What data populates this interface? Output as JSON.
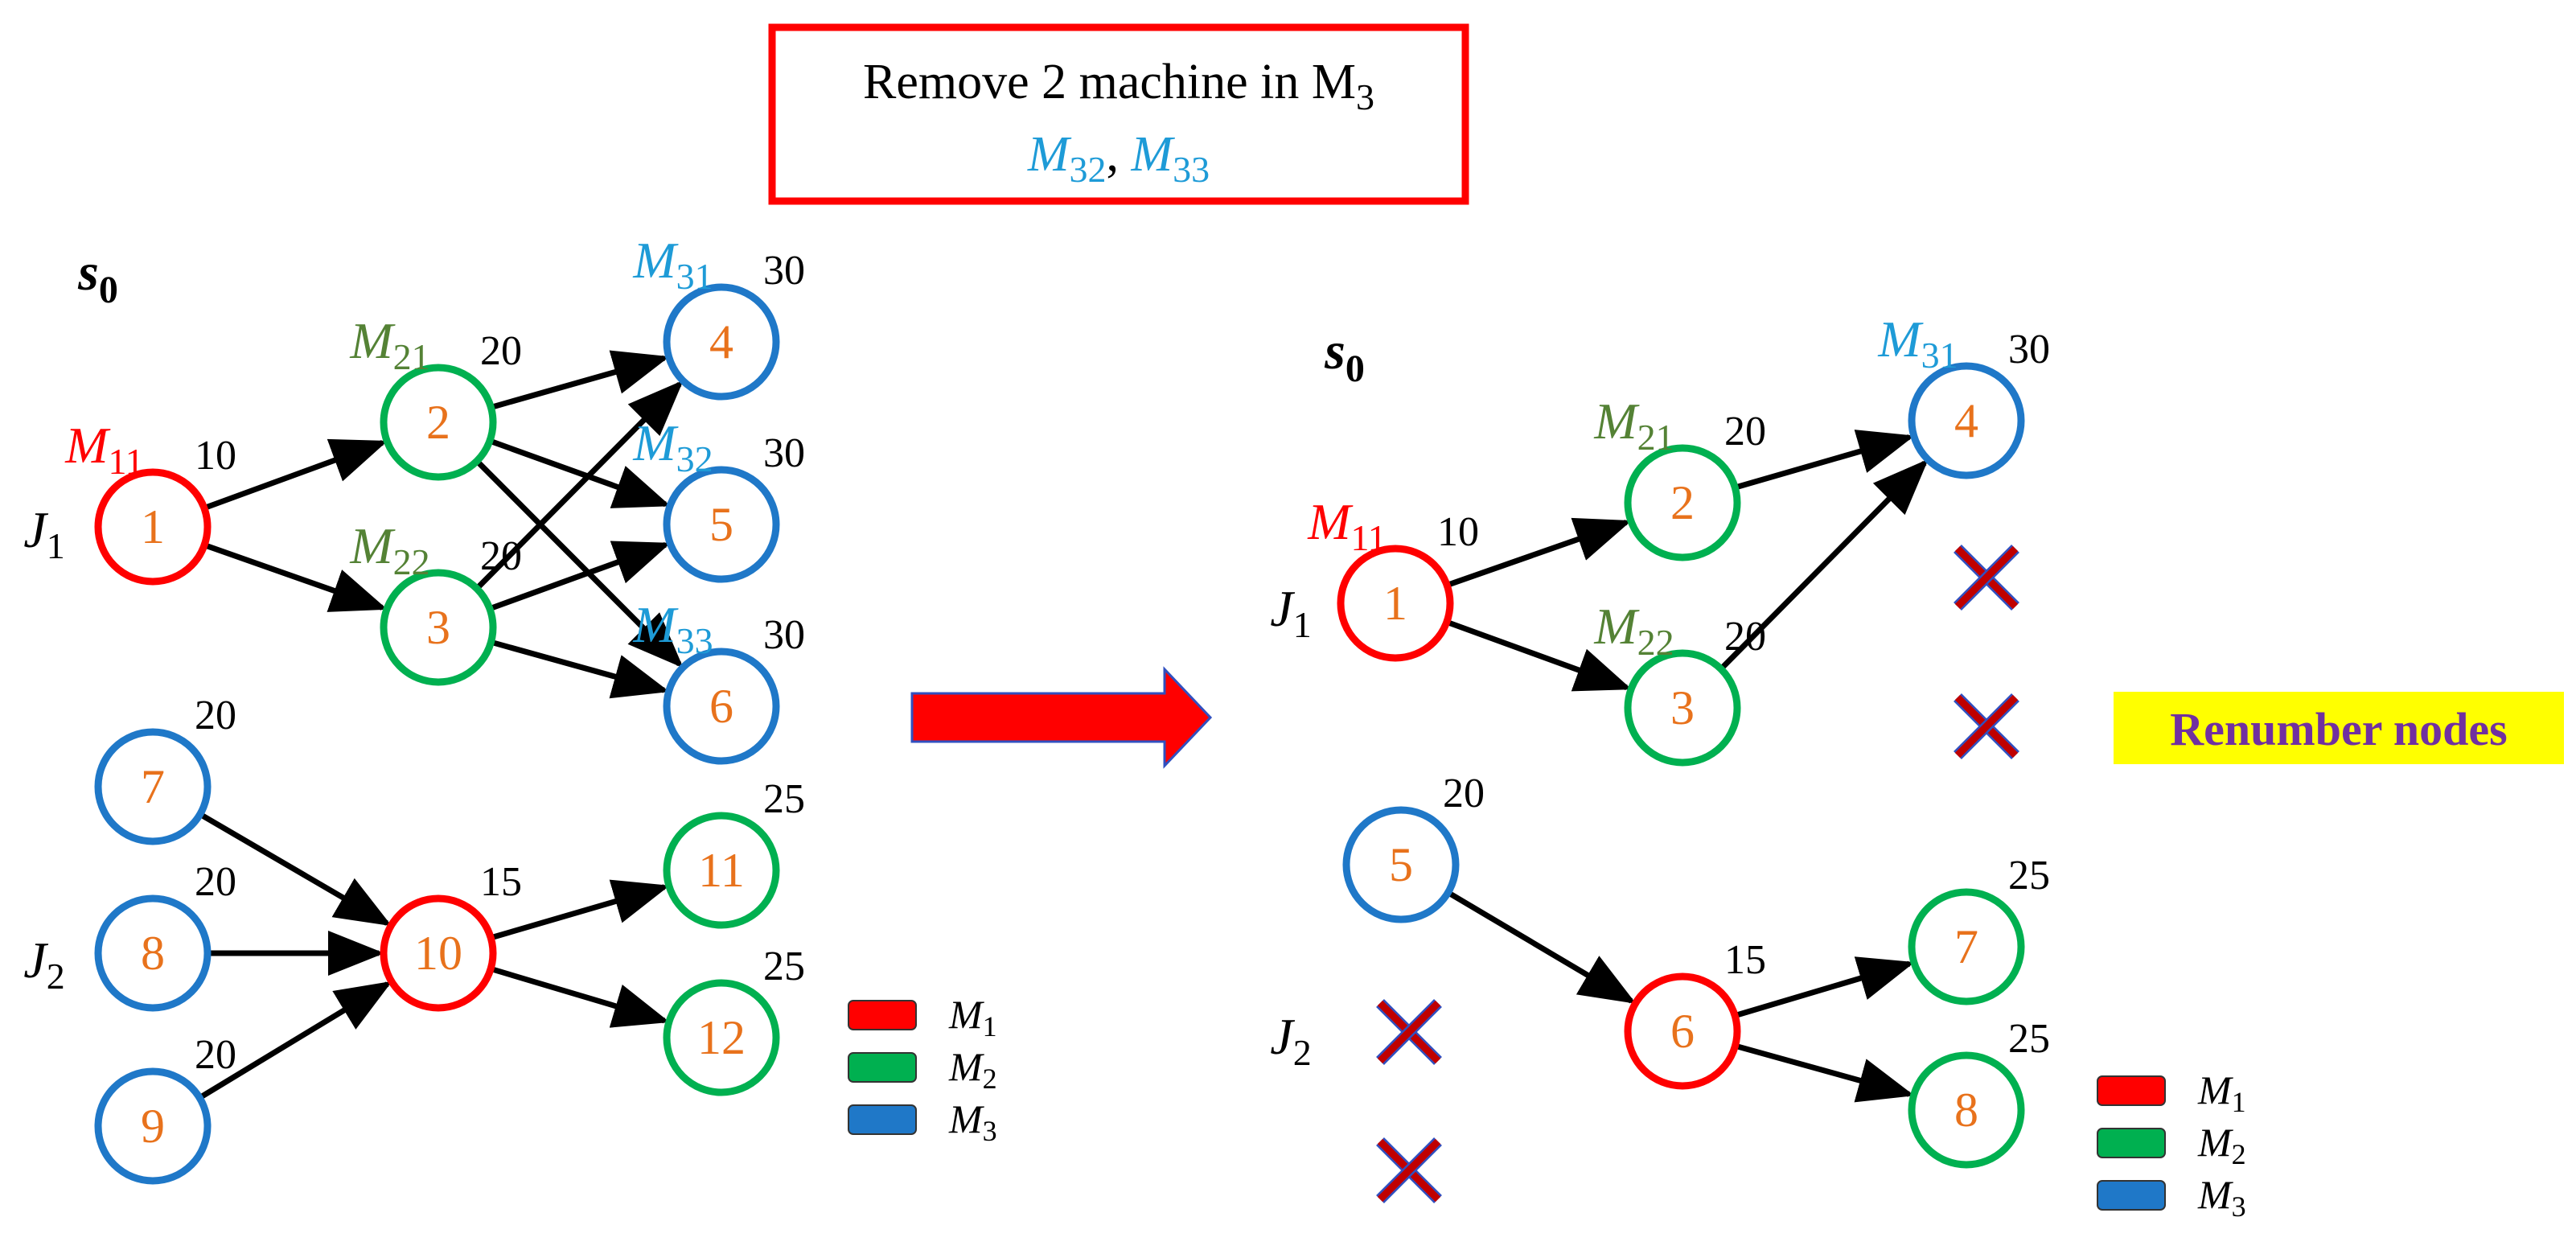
{
  "colors": {
    "M1": "#FF0000",
    "M2": "#00B050",
    "M3": "#1F78C8",
    "node_number": "#E8721C",
    "m1_label": "#FF0000",
    "m2_label": "#548235",
    "m3_label": "#1E9BD7",
    "cross_stroke": "#C00000",
    "cross_outline": "#3050C0",
    "highlight": "#FFFF00",
    "highlight_text": "#7030A0"
  },
  "title_box": {
    "line1": "Remove 2 machine in M",
    "line1_sub": "3",
    "line2_a": "M",
    "line2_a_sub": "32",
    "line2_sep": ", ",
    "line2_b": "M",
    "line2_b_sub": "33"
  },
  "state_label": {
    "text": "s",
    "sub": "0"
  },
  "renumber_label": "Renumber nodes",
  "left_graph": {
    "jobs": [
      {
        "text": "J",
        "sub": "1"
      },
      {
        "text": "J",
        "sub": "2"
      }
    ],
    "nodes": [
      {
        "id": "1",
        "machine": "M1",
        "weight": "10",
        "label": {
          "text": "M",
          "sub": "11"
        }
      },
      {
        "id": "2",
        "machine": "M2",
        "weight": "20",
        "label": {
          "text": "M",
          "sub": "21"
        }
      },
      {
        "id": "3",
        "machine": "M2",
        "weight": "20",
        "label": {
          "text": "M",
          "sub": "22"
        }
      },
      {
        "id": "4",
        "machine": "M3",
        "weight": "30",
        "label": {
          "text": "M",
          "sub": "31"
        }
      },
      {
        "id": "5",
        "machine": "M3",
        "weight": "30",
        "label": {
          "text": "M",
          "sub": "32"
        }
      },
      {
        "id": "6",
        "machine": "M3",
        "weight": "30",
        "label": {
          "text": "M",
          "sub": "33"
        }
      },
      {
        "id": "7",
        "machine": "M3",
        "weight": "20"
      },
      {
        "id": "8",
        "machine": "M3",
        "weight": "20"
      },
      {
        "id": "9",
        "machine": "M3",
        "weight": "20"
      },
      {
        "id": "10",
        "machine": "M1",
        "weight": "15"
      },
      {
        "id": "11",
        "machine": "M2",
        "weight": "25"
      },
      {
        "id": "12",
        "machine": "M2",
        "weight": "25"
      }
    ],
    "edges": [
      [
        "1",
        "2"
      ],
      [
        "1",
        "3"
      ],
      [
        "2",
        "4"
      ],
      [
        "2",
        "5"
      ],
      [
        "2",
        "6"
      ],
      [
        "3",
        "4"
      ],
      [
        "3",
        "5"
      ],
      [
        "3",
        "6"
      ],
      [
        "7",
        "10"
      ],
      [
        "8",
        "10"
      ],
      [
        "9",
        "10"
      ],
      [
        "10",
        "11"
      ],
      [
        "10",
        "12"
      ]
    ]
  },
  "right_graph": {
    "jobs": [
      {
        "text": "J",
        "sub": "1"
      },
      {
        "text": "J",
        "sub": "2"
      }
    ],
    "nodes": [
      {
        "id": "1",
        "machine": "M1",
        "weight": "10",
        "label": {
          "text": "M",
          "sub": "11"
        }
      },
      {
        "id": "2",
        "machine": "M2",
        "weight": "20",
        "label": {
          "text": "M",
          "sub": "21"
        }
      },
      {
        "id": "3",
        "machine": "M2",
        "weight": "20",
        "label": {
          "text": "M",
          "sub": "22"
        }
      },
      {
        "id": "4",
        "machine": "M3",
        "weight": "30",
        "label": {
          "text": "M",
          "sub": "31"
        }
      },
      {
        "id": "5",
        "machine": "M3",
        "weight": "20"
      },
      {
        "id": "6",
        "machine": "M1",
        "weight": "15"
      },
      {
        "id": "7",
        "machine": "M2",
        "weight": "25"
      },
      {
        "id": "8",
        "machine": "M2",
        "weight": "25"
      }
    ],
    "edges": [
      [
        "1",
        "2"
      ],
      [
        "1",
        "3"
      ],
      [
        "2",
        "4"
      ],
      [
        "3",
        "4"
      ],
      [
        "5",
        "6"
      ],
      [
        "6",
        "7"
      ],
      [
        "6",
        "8"
      ]
    ],
    "removed_marks": 4
  },
  "legend": [
    {
      "machine": "M1",
      "text": "M",
      "sub": "1"
    },
    {
      "machine": "M2",
      "text": "M",
      "sub": "2"
    },
    {
      "machine": "M3",
      "text": "M",
      "sub": "3"
    }
  ]
}
